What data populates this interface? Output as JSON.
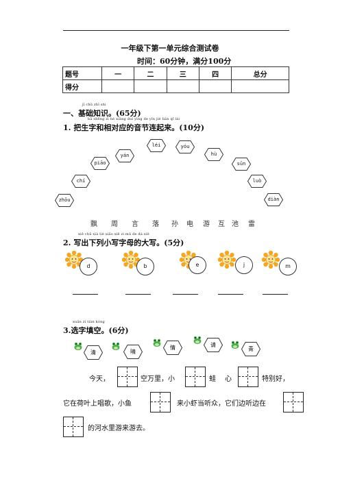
{
  "header": {
    "title": "一年级下第一单元综合测试卷",
    "time_info": "时间：60分钟，满分100分"
  },
  "score_table": {
    "header_row": [
      "题号",
      "一",
      "二",
      "三",
      "四",
      "总分"
    ],
    "score_row_label": "得分"
  },
  "section1": {
    "pinyin": "jī chǔ zhī shi",
    "heading": "一、基础知识。(65分)"
  },
  "q1": {
    "pinyin": "bǎ shēng zì hé xiāng duì yìng de yīn jié lián qǐ lái",
    "heading": "1. 把生字和相对应的音节连起来。(10分)",
    "syllables": [
      "zhōu",
      "chí",
      "piāo",
      "yán",
      "léi",
      "yóu",
      "hù",
      "sūn",
      "luò",
      "diàn"
    ],
    "characters": [
      "飘",
      "周",
      "言",
      "落",
      "孙",
      "电",
      "游",
      "互",
      "池",
      "雷"
    ]
  },
  "q2": {
    "pinyin": "xiě chū xià liè xiǎo xiě zì mǔ de dà xiě",
    "heading": "2. 写出下列小写字母的大写。(5分)",
    "letters": [
      "d",
      "b",
      "e",
      "j",
      "m"
    ]
  },
  "q3": {
    "pinyin": "xuǎn zì tián kòng",
    "heading": "3.选字填空。(6分)",
    "options": [
      "清",
      "晴",
      "情",
      "请",
      "青"
    ],
    "line1_a": "今天，",
    "line1_b": "空万里，小",
    "line1_c": "蛙",
    "line1_d": "心",
    "line1_e": "特别好，",
    "line2_a": "它在荷叶上唱歌，小鱼",
    "line2_b": "来小虾当听众，它们边听边在",
    "line3_a": "的河水里游来游去。"
  },
  "colors": {
    "sun_petal": "#f5a623",
    "sun_face": "#ffe28a",
    "frog_green": "#4caf50",
    "frog_belly": "#c8e6a0"
  },
  "icons": [
    "sunflower-icon",
    "frog-icon"
  ]
}
